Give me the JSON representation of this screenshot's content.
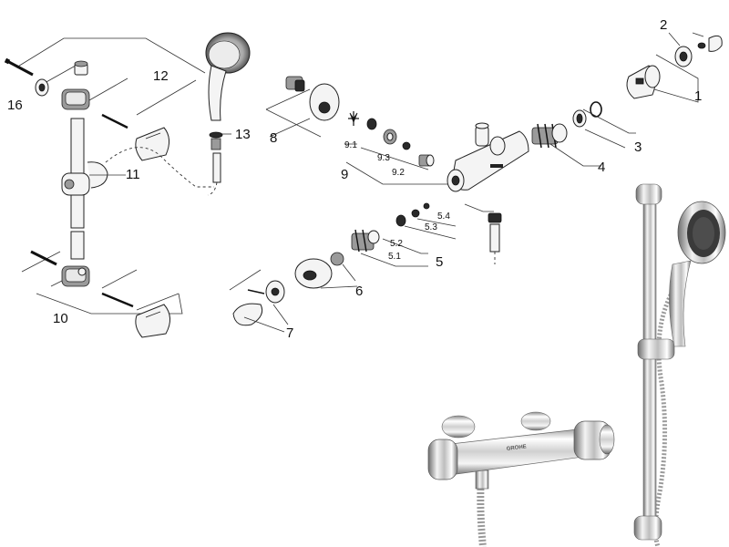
{
  "labels": {
    "p1": "1",
    "p2": "2",
    "p3": "3",
    "p4": "4",
    "p5": "5",
    "p5_1": "5.1",
    "p5_2": "5.2",
    "p5_3": "5.3",
    "p5_4": "5.4",
    "p6": "6",
    "p7": "7",
    "p8": "8",
    "p9": "9",
    "p9_1": "9.1",
    "p9_2": "9.2",
    "p9_3": "9.3",
    "p10": "10",
    "p11": "11",
    "p12": "12",
    "p13": "13",
    "p16": "16"
  },
  "photo_brand": "GROHE",
  "colors": {
    "line": "#333333",
    "part_fill": "#f4f4f4",
    "chrome_dark": "#4a4a4a",
    "chrome_light": "#f2f2f2"
  }
}
